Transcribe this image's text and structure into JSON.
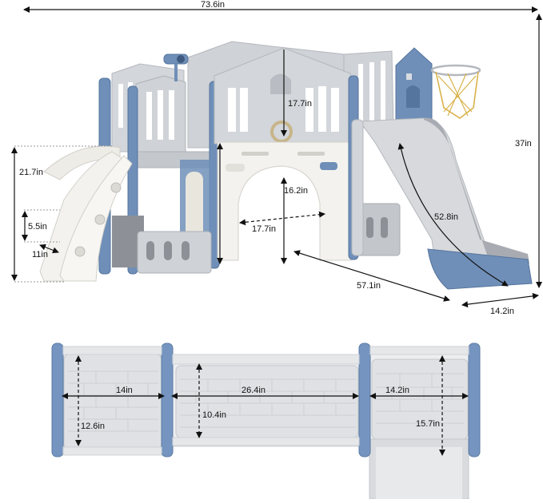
{
  "product": {
    "description": "Toddler indoor playset with slide, climber, tunnel and basketball hoop — dimension diagram",
    "colors": {
      "frame_blue": "#6f8fb8",
      "panel_gray": "#c9ccd1",
      "light_gray": "#dfe1e4",
      "white_part": "#f3f2ee",
      "dark_gray": "#8d9197",
      "hoop_net": "#d9b24a",
      "arrow": "#111111"
    }
  },
  "side_view": {
    "overall_width": "73.6in",
    "overall_height": "37in",
    "climber_height": "21.7in",
    "step_height": "5.5in",
    "step_depth": "11in",
    "railing_height": "17.7in",
    "tunnel_height": "16.2in",
    "tunnel_width": "17.7in",
    "slide_length": "52.8in",
    "base_length": "57.1in",
    "slide_width": "14.2in"
  },
  "top_view": {
    "left_platform_width": "14in",
    "left_platform_depth": "12.6in",
    "middle_platform_width": "26.4in",
    "middle_platform_depth": "10.4in",
    "right_platform_width": "14.2in",
    "right_platform_depth": "15.7in"
  }
}
